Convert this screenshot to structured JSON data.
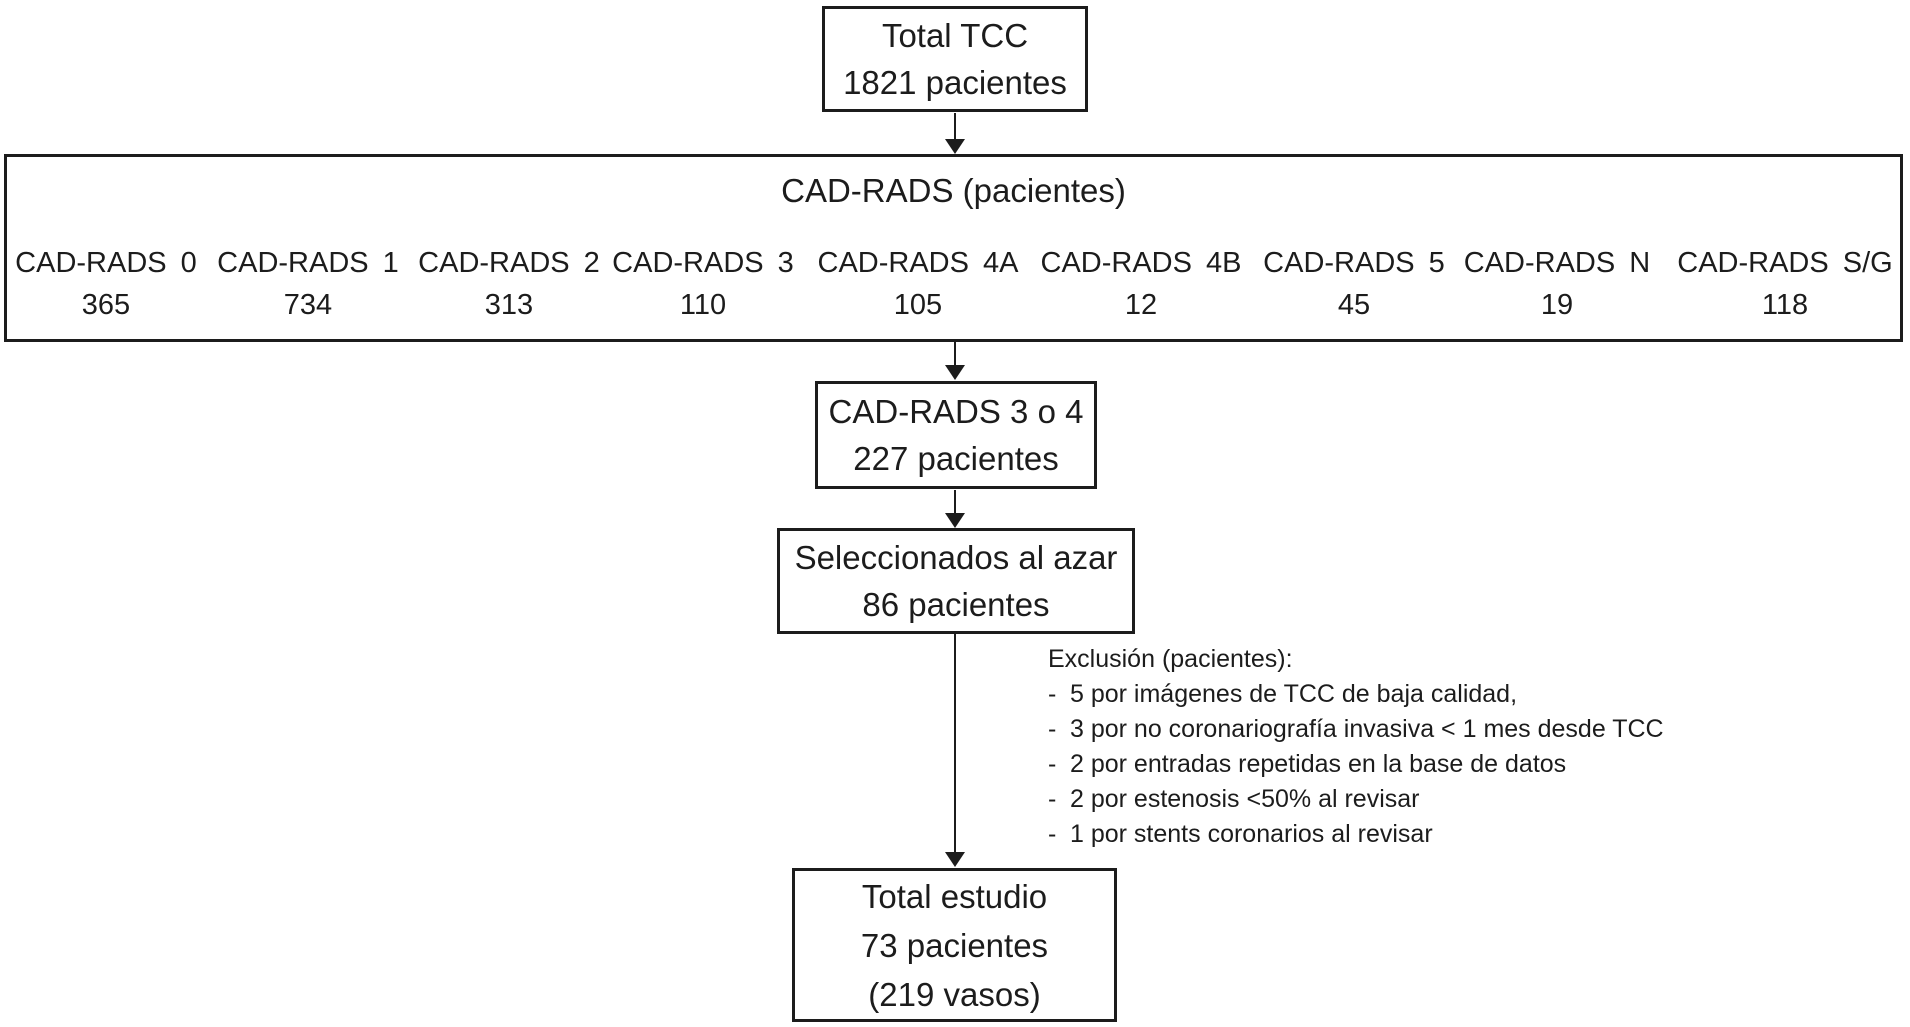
{
  "colors": {
    "ink": "#1c1c1c",
    "background": "#ffffff"
  },
  "flow": {
    "top_box": {
      "title": "Total TCC",
      "subtitle": "1821 pacientes"
    },
    "cad_rads_box": {
      "title": "CAD-RADS (pacientes)",
      "columns": [
        {
          "label": "CAD-RADS 0",
          "value": "365"
        },
        {
          "label": "CAD-RADS 1",
          "value": "734"
        },
        {
          "label": "CAD-RADS 2",
          "value": "313"
        },
        {
          "label": "CAD-RADS 3",
          "value": "110"
        },
        {
          "label": "CAD-RADS 4A",
          "value": "105"
        },
        {
          "label": "CAD-RADS 4B",
          "value": "12"
        },
        {
          "label": "CAD-RADS 5",
          "value": "45"
        },
        {
          "label": "CAD-RADS N",
          "value": "19"
        },
        {
          "label": "CAD-RADS S/G",
          "value": "118"
        }
      ]
    },
    "cad34_box": {
      "title": "CAD-RADS 3 o 4",
      "subtitle": "227 pacientes"
    },
    "random_box": {
      "title": "Seleccionados al azar",
      "subtitle": "86 pacientes"
    },
    "exclusion": {
      "title": "Exclusión (pacientes):",
      "bullet": "-",
      "items": [
        "5 por imágenes de TCC de baja calidad,",
        "3 por no coronariografía invasiva < 1 mes desde TCC",
        "2 por entradas repetidas en la base de datos",
        "2 por estenosis <50% al revisar",
        "1 por stents coronarios al revisar"
      ]
    },
    "final_box": {
      "title": "Total estudio",
      "subtitle": "73 pacientes",
      "note": "(219 vasos)"
    }
  }
}
